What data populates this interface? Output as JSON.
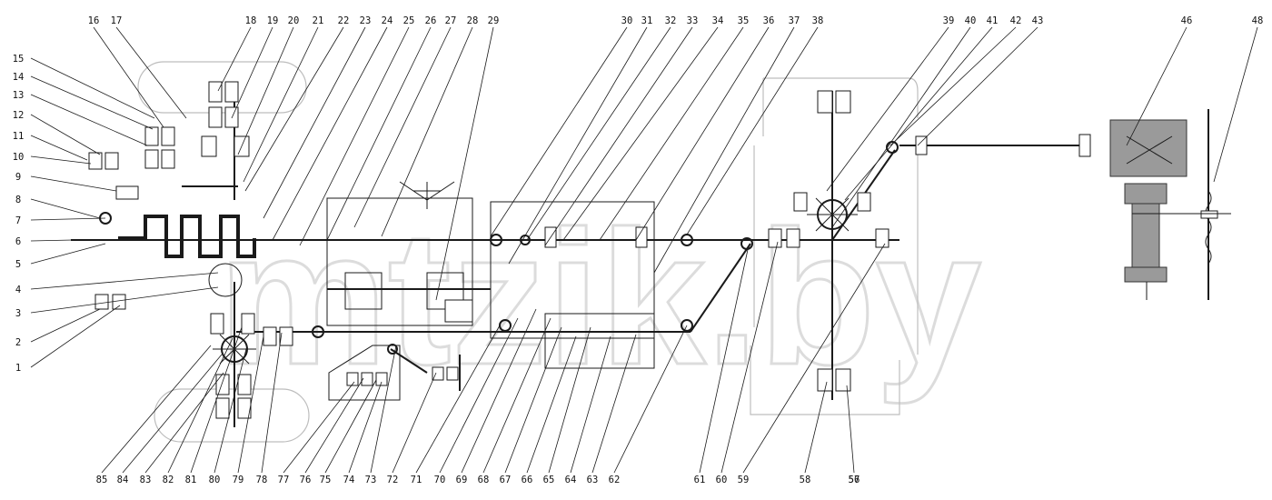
{
  "diagram": {
    "watermark": "mtzik.by",
    "callouts_top": [
      "16",
      "17",
      "18",
      "19",
      "20",
      "21",
      "22",
      "23",
      "24",
      "25",
      "26",
      "27",
      "28",
      "29",
      "30",
      "31",
      "32",
      "33",
      "34",
      "35",
      "36",
      "37",
      "38",
      "39",
      "40",
      "41",
      "42",
      "43",
      "46",
      "48"
    ],
    "callouts_left": [
      "15",
      "14",
      "13",
      "12",
      "11",
      "10",
      "9",
      "8",
      "7",
      "6",
      "5",
      "4",
      "3",
      "2",
      "1"
    ],
    "callouts_bottom": [
      "85",
      "84",
      "83",
      "82",
      "81",
      "80",
      "79",
      "78",
      "77",
      "76",
      "75",
      "74",
      "73",
      "72",
      "71",
      "70",
      "69",
      "68",
      "67",
      "66",
      "65",
      "64",
      "63",
      "62",
      "61",
      "60",
      "59",
      "58",
      "57",
      "56"
    ]
  }
}
